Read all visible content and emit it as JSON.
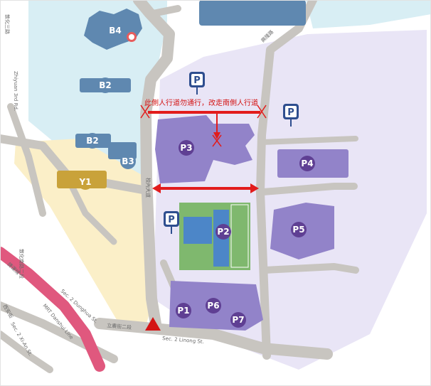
{
  "map": {
    "notice": "此側人行道勿通行，改走南側人行道",
    "parking_symbol": "P",
    "buildings": [
      {
        "id": "B4",
        "label": "B4"
      },
      {
        "id": "B2a",
        "label": "B2"
      },
      {
        "id": "B2b",
        "label": "B2"
      },
      {
        "id": "B3",
        "label": "B3"
      },
      {
        "id": "Y1",
        "label": "Y1"
      },
      {
        "id": "P1",
        "label": "P1"
      },
      {
        "id": "P2",
        "label": "P2"
      },
      {
        "id": "P3",
        "label": "P3"
      },
      {
        "id": "P4",
        "label": "P4"
      },
      {
        "id": "P5",
        "label": "P5"
      },
      {
        "id": "P6",
        "label": "P6"
      },
      {
        "id": "P7",
        "label": "P7"
      }
    ],
    "streets": {
      "zhiyuan": "敦化三路",
      "zhiyuan_en": "Zhiyuan 3rd Rd.",
      "hsinglong": "興隆路",
      "xiaozhi": "校內大道",
      "dunhua": "敦化南路二段",
      "dunhua_en": "Sec. 2 Dunghua St.",
      "mrt": "MRT Danshui Line",
      "mrt_zh": "捷運線",
      "linong_zh": "立農街二段",
      "linong_en": "Sec. 2 Linong St.",
      "xian": "Sec. 2 Xi-An St.",
      "xian_zh": "西安街"
    },
    "colors": {
      "lavender_area": "#e9e5f6",
      "building_purple": "#9283c9",
      "circle_purple": "#5f3f93",
      "blue_area": "#d8eef4",
      "blue_building": "#5f88b0",
      "yellow_area": "#fbefc8",
      "yellow_building": "#c9a23a",
      "road": "#c8c5c0",
      "court_green": "#7fb86e",
      "court_blue": "#4c86c8",
      "mrt_pink": "#e0587e",
      "arrow_red": "#e21c1c"
    }
  }
}
